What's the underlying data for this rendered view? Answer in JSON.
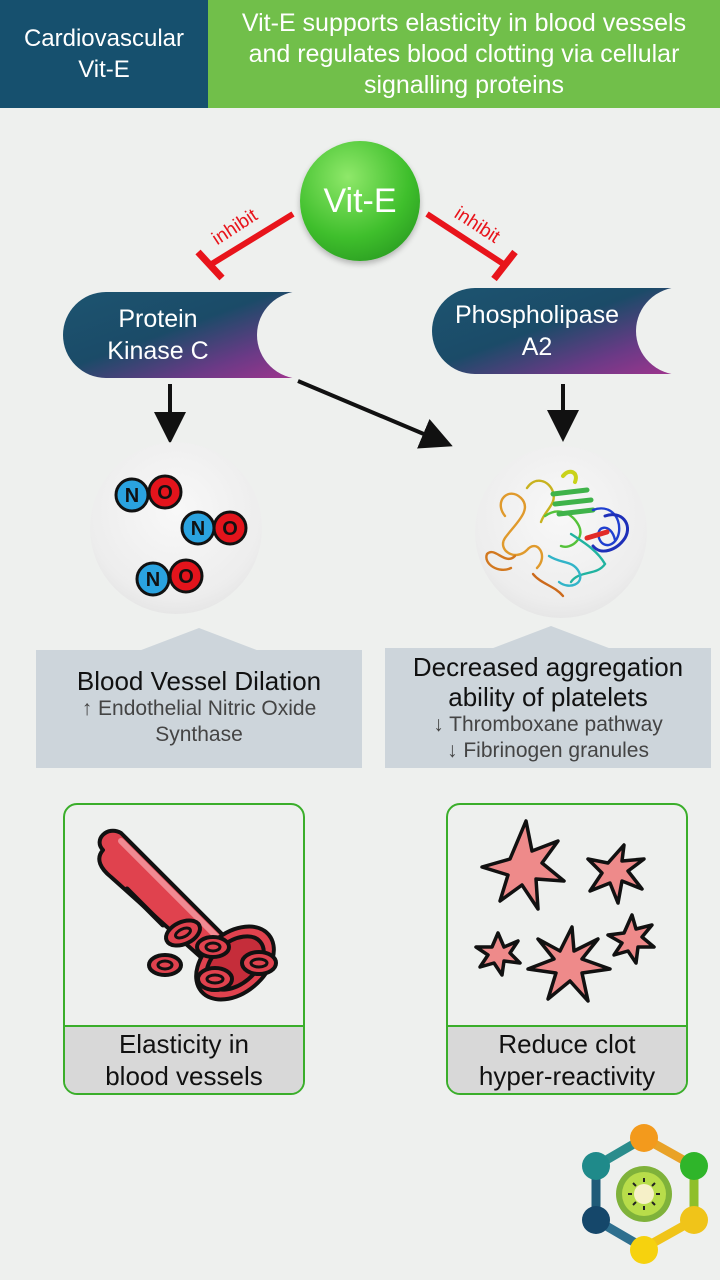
{
  "header": {
    "left_title": "Cardiovascular\nVit-E",
    "right_title": "Vit-E supports elasticity in blood vessels and regulates blood clotting via cellular signalling proteins"
  },
  "center": {
    "label": "Vit-E"
  },
  "inhibit_label": "inhibit",
  "enzymes": [
    {
      "label": "Protein\nKinase C"
    },
    {
      "label": "Phospholipase\nA2"
    }
  ],
  "molecule": {
    "n": "N",
    "o": "O"
  },
  "effects": {
    "left": {
      "title": "Blood Vessel Dilation",
      "lines": [
        "↑ Endothelial Nitric Oxide Synthase"
      ]
    },
    "right": {
      "title": "Decreased aggregation ability of platelets",
      "lines": [
        "↓ Thromboxane pathway",
        "↓ Fibrinogen granules"
      ]
    }
  },
  "outcomes": [
    {
      "caption": "Elasticity in\nblood vessels"
    },
    {
      "caption": "Reduce clot\nhyper-reactivity"
    }
  ],
  "colors": {
    "header_left": "#16506e",
    "header_right": "#71bf4a",
    "inhibit": "#e8141b",
    "card_border": "#3aae2a",
    "n_atom": "#2aa3e0",
    "o_atom": "#e3141c",
    "vessel": "#e0424e",
    "platelet": "#ee8a8a"
  }
}
